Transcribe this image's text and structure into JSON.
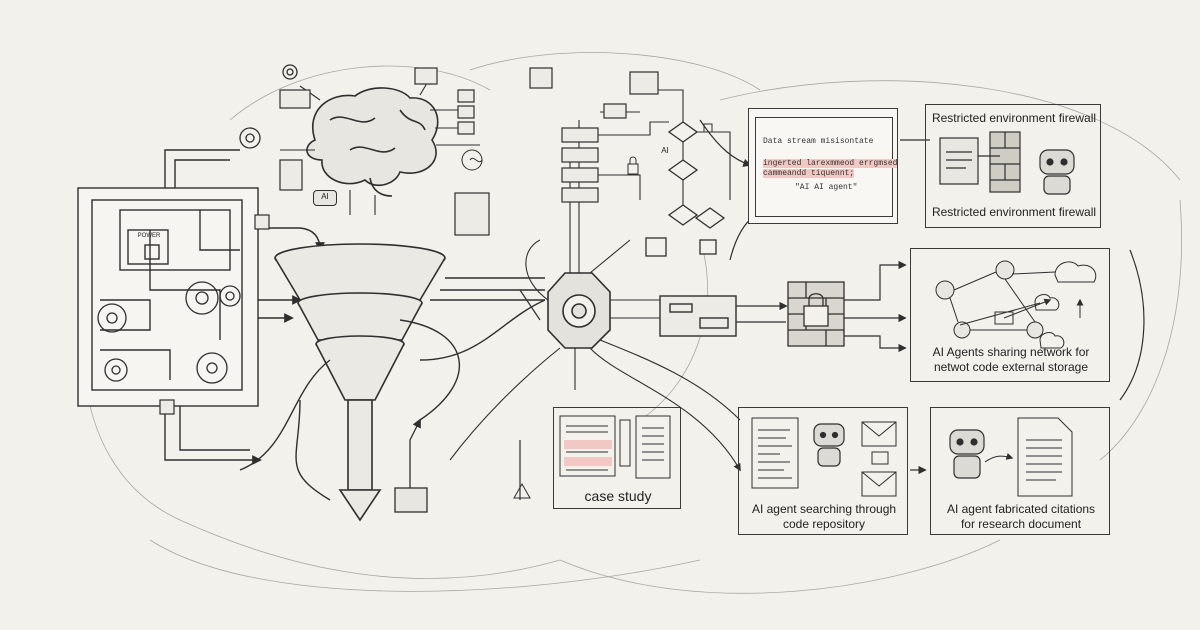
{
  "panels": {
    "firewall_title_top": "Restricted environment firewall",
    "firewall_title_bottom": "Restricted environment firewall",
    "network_caption_1": "AI Agents sharing network for",
    "network_caption_2": "netwot code external storage",
    "case_study": "case study",
    "search_caption_1": "AI agent searching through",
    "search_caption_2": "code repository",
    "citations_caption_1": "AI agent fabricated citations",
    "citations_caption_2": "for research document"
  },
  "terminal": {
    "line1": "Data stream misisontate",
    "line2": "ingerted larexmmeod errgmsed",
    "line3": "cammeandd tiquennt;",
    "line4": "\"AI  AI agent\""
  },
  "small_labels": {
    "ai_node": "AI",
    "ai_chip": "AI",
    "board_label": "POWER"
  },
  "colors": {
    "ink": "#2f2f2f",
    "paper": "#f3f1ec",
    "highlight": "#f2c8c4"
  }
}
